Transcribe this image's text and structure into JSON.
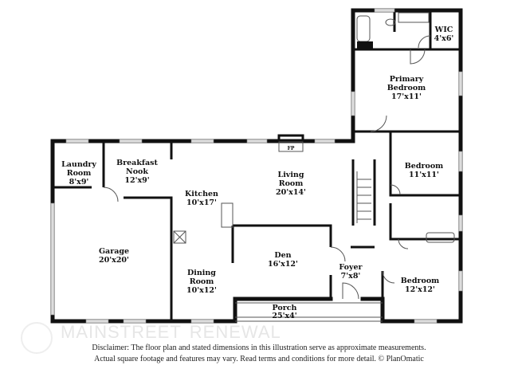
{
  "rooms": {
    "wic": {
      "name": "WIC",
      "dims": "4'x6'"
    },
    "primary_bedroom": {
      "name1": "Primary",
      "name2": "Bedroom",
      "dims": "17'x11'"
    },
    "laundry": {
      "name1": "Laundry",
      "name2": "Room",
      "dims": "8'x9'"
    },
    "breakfast_nook": {
      "name1": "Breakfast",
      "name2": "Nook",
      "dims": "12'x9'"
    },
    "living_room": {
      "name1": "Living",
      "name2": "Room",
      "dims": "20'x14'"
    },
    "bedroom1": {
      "name": "Bedroom",
      "dims": "11'x11'"
    },
    "kitchen": {
      "name": "Kitchen",
      "dims": "10'x17'"
    },
    "garage": {
      "name": "Garage",
      "dims": "20'x20'"
    },
    "den": {
      "name": "Den",
      "dims": "16'x12'"
    },
    "foyer": {
      "name": "Foyer",
      "dims": "7'x8'"
    },
    "dining_room": {
      "name1": "Dining",
      "name2": "Room",
      "dims": "10'x12'"
    },
    "bedroom2": {
      "name": "Bedroom",
      "dims": "12'x12'"
    },
    "porch": {
      "name": "Porch",
      "dims": "25'x4'"
    },
    "fireplace": "FP"
  },
  "watermark": {
    "line1": "MAINSTREET",
    "line2": "RENEWAL"
  },
  "disclaimer": {
    "line1": "Disclaimer: The floor plan and stated dimensions in this illustration serve as approximate measurements.",
    "line2": "Actual square footage and features may vary. Read terms and conditions for more detail. © PlanOmatic"
  }
}
